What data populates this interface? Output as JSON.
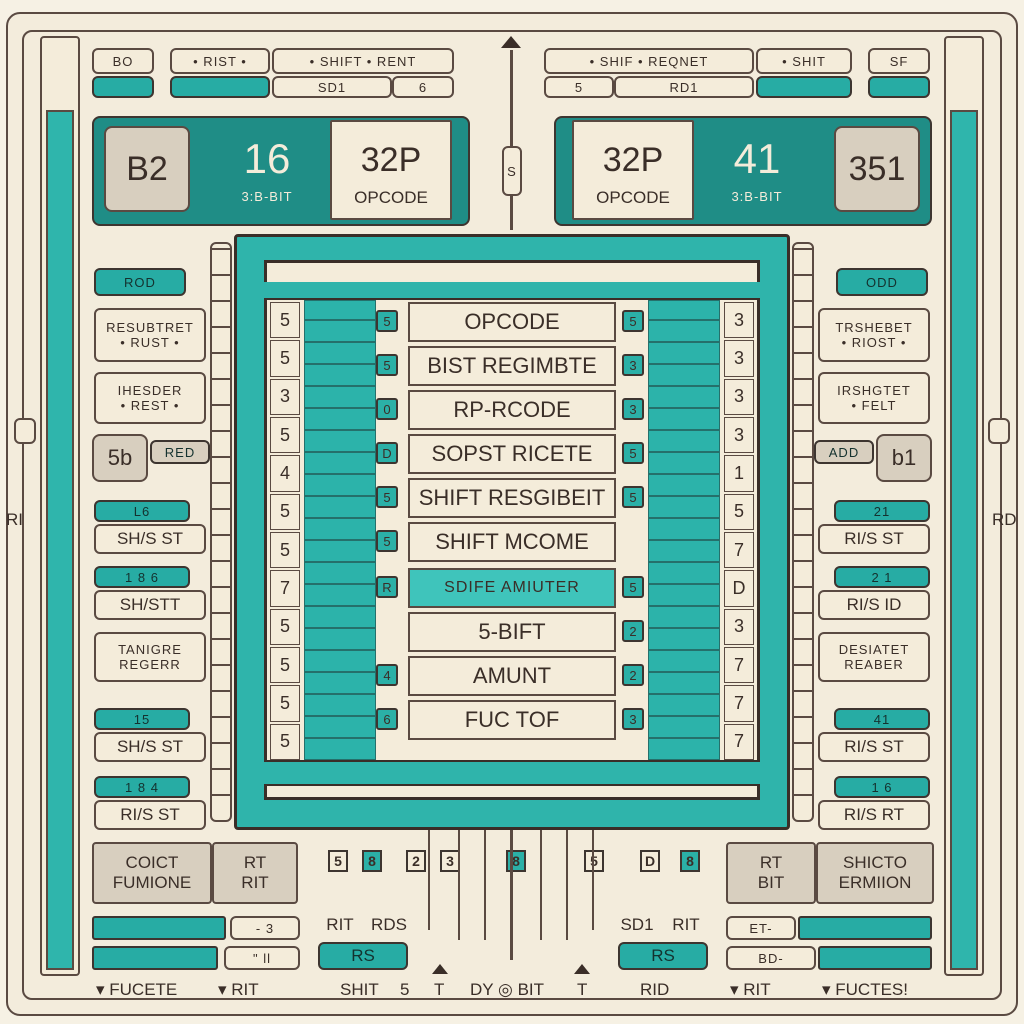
{
  "top_left": {
    "bo": "BO",
    "rist": "• RIST •",
    "shift_rent": "• SHIFT • RENT",
    "sd1": "SD1",
    "six": "6"
  },
  "top_right": {
    "shif_reqnet": "• SHIF • REQNET",
    "shit": "• SHIT",
    "sf": "SF",
    "five": "5",
    "rd1": "RD1"
  },
  "top_center": {
    "s": "S"
  },
  "left_header": {
    "b2": "B2",
    "sixteen": "16",
    "bit": "3:B-BIT",
    "p32": "32P",
    "opcode": "OPCODE"
  },
  "right_header": {
    "p32": "32P",
    "opcode": "OPCODE",
    "forty_one": "41",
    "bit": "3:B-BIT",
    "n351": "351"
  },
  "left_labels": [
    {
      "text": "ROD"
    },
    {
      "text": "RESUBTRET\n• RUST •"
    },
    {
      "text": "IHESDER\n• REST •"
    },
    {
      "text": "RED"
    },
    {
      "text": "L6"
    },
    {
      "text": "SH/S ST"
    },
    {
      "text": "1 8 6"
    },
    {
      "text": "SH/STT"
    },
    {
      "text": "TANIGRE\nREGERR"
    },
    {
      "text": "15"
    },
    {
      "text": "SH/S ST"
    },
    {
      "text": "1 8 4"
    },
    {
      "text": "RI/S ST"
    }
  ],
  "left_side": {
    "ri": "RI",
    "sb": "5b"
  },
  "right_labels": [
    {
      "text": "ODD"
    },
    {
      "text": "TRSHEBET\n• RIOST •"
    },
    {
      "text": "IRSHGTET\n• FELT"
    },
    {
      "text": "ADD"
    },
    {
      "text": "21"
    },
    {
      "text": "RI/S ST"
    },
    {
      "text": "2 1"
    },
    {
      "text": "RI/S ID"
    },
    {
      "text": "DESIATET\nREABER"
    },
    {
      "text": "41"
    },
    {
      "text": "RI/S ST"
    },
    {
      "text": "1 6"
    },
    {
      "text": "RI/S RT"
    }
  ],
  "right_side": {
    "rd": "RD",
    "b1": "b1"
  },
  "center_rows": [
    {
      "text": "OPCODE",
      "l": "5",
      "r": "5"
    },
    {
      "text": "BIST REGIMBTE",
      "l": "5",
      "r": "3"
    },
    {
      "text": "RP-RCODE",
      "l": "0",
      "r": "3"
    },
    {
      "text": "SOPST RICETE",
      "l": "D",
      "r": "5"
    },
    {
      "text": "SHIFT RESGIBEIT",
      "l": "5",
      "r": "5"
    },
    {
      "text": "SHIFT MCOME",
      "l": "5",
      "r": ""
    },
    {
      "text": "SDIFE AMIUTER",
      "l": "R",
      "r": "5"
    },
    {
      "text": "5-BIFT",
      "l": "",
      "r": "2"
    },
    {
      "text": "AMUNT",
      "l": "4",
      "r": "2"
    },
    {
      "text": "FUC TOF",
      "l": "6",
      "r": "3"
    }
  ],
  "center_side_left": [
    "5",
    "5",
    "3",
    "5",
    "4",
    "5",
    "5",
    "7",
    "5",
    "5",
    "5",
    "5"
  ],
  "center_side_right": [
    "3",
    "3",
    "3",
    "3",
    "1",
    "5",
    "7",
    "D",
    "3",
    "7",
    "7",
    "7"
  ],
  "bottom": {
    "coict": "COICT\nFUMIONE",
    "rt_rit": "RT\nRIT",
    "rt_bit": "RT\nBIT",
    "shicto": "SHICTO\nERMIION",
    "rit": "RIT",
    "rds": "RDS",
    "sd1": "SD1",
    "rit2": "RIT",
    "rs_left": "RS",
    "rs_right": "RS",
    "small_left": "- 3",
    "small_left2": "\" ll",
    "small_right": "ET-",
    "small_right2": "BD-",
    "fucete": "▾ FUCETE",
    "rit_left": "▾ RIT",
    "shit": "SHIT",
    "five": "5",
    "t1": "T",
    "dy_bit": "DY ◎ BIT",
    "t2": "T",
    "rid": "RID",
    "rit_right": "▾ RIT",
    "fuctes": "▾ FUCTES!",
    "pins": [
      "5",
      "8",
      "2",
      "3",
      "8",
      "5",
      "D",
      "8"
    ]
  }
}
